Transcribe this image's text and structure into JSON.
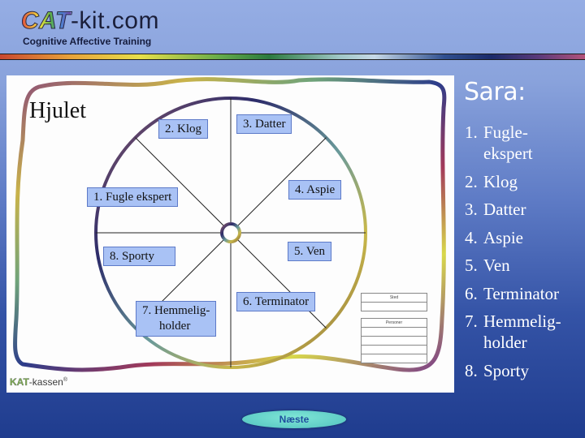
{
  "header": {
    "logo_cat": "CAT",
    "logo_rest": "-kit.com",
    "tagline": "Cognitive Affective Training"
  },
  "slide_image": {
    "title": "Hjulet",
    "segments": [
      {
        "label": "1. Fugle ekspert"
      },
      {
        "label": "2. Klog"
      },
      {
        "label": "3. Datter"
      },
      {
        "label": "4. Aspie"
      },
      {
        "label": "5. Ven"
      },
      {
        "label": "6. Terminator"
      },
      {
        "label": "7. Hemmelig-",
        "label_line2": "holder"
      },
      {
        "label": "8. Sporty"
      }
    ],
    "form_place_header": "Sted",
    "form_persons_header": "Personer",
    "footer_brand_kat": "KAT",
    "footer_brand_rest": "-kassen",
    "footer_brand_mark": "®"
  },
  "sidebar": {
    "title": "Sara:",
    "items": [
      {
        "num": "1.",
        "text": "Fugle-",
        "text2": "ekspert"
      },
      {
        "num": "2.",
        "text": "Klog"
      },
      {
        "num": "3.",
        "text": "Datter"
      },
      {
        "num": "4.",
        "text": "Aspie"
      },
      {
        "num": "5.",
        "text": "Ven"
      },
      {
        "num": "6.",
        "text": "Terminator"
      },
      {
        "num": "7.",
        "text": "Hemmelig-",
        "text2": "holder"
      },
      {
        "num": "8.",
        "text": "Sporty"
      }
    ]
  },
  "navigation": {
    "next_label": "Næste"
  },
  "colors": {
    "segment_label_bg": "#a9c2f5",
    "next_button_bg": "#5fcdc6",
    "next_button_text": "#1f4e9e"
  }
}
